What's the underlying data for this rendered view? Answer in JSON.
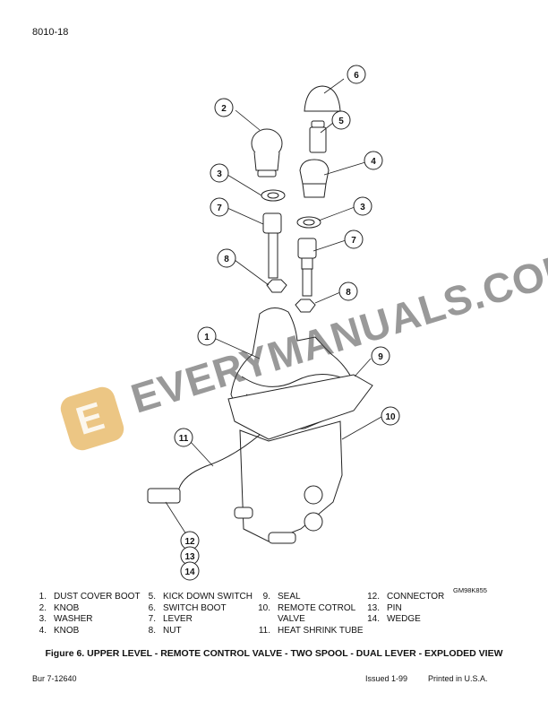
{
  "page": {
    "page_number": "8010-18",
    "figure_code": "GM98K855",
    "caption": "Figure 6. UPPER LEVEL - REMOTE CONTROL VALVE - TWO SPOOL - DUAL LEVER - EXPLODED VIEW",
    "footer_left": "Bur 7-12640",
    "footer_issued": "Issued 1-99",
    "footer_printed": "Printed in U.S.A."
  },
  "watermark": {
    "text": "EVERYMANUALS.COM",
    "logo_letter": "E"
  },
  "callouts": [
    "1",
    "2",
    "3",
    "3",
    "4",
    "5",
    "6",
    "7",
    "7",
    "8",
    "8",
    "9",
    "10",
    "11",
    "12",
    "13",
    "14"
  ],
  "legend": {
    "col1": [
      {
        "num": "1.",
        "label": "DUST COVER BOOT"
      },
      {
        "num": "2.",
        "label": "KNOB"
      },
      {
        "num": "3.",
        "label": "WASHER"
      },
      {
        "num": "4.",
        "label": "KNOB"
      }
    ],
    "col2": [
      {
        "num": "5.",
        "label": "KICK DOWN SWITCH"
      },
      {
        "num": "6.",
        "label": "SWITCH BOOT"
      },
      {
        "num": "7.",
        "label": "LEVER"
      },
      {
        "num": "8.",
        "label": "NUT"
      }
    ],
    "col3": [
      {
        "num": "9.",
        "label": "SEAL"
      },
      {
        "num": "10.",
        "label": "REMOTE COTROL"
      },
      {
        "num": "",
        "label": "VALVE"
      },
      {
        "num": "11.",
        "label": "HEAT SHRINK TUBE"
      }
    ],
    "col4": [
      {
        "num": "12.",
        "label": "CONNECTOR"
      },
      {
        "num": "13.",
        "label": "PIN"
      },
      {
        "num": "14.",
        "label": "WEDGE"
      }
    ]
  }
}
